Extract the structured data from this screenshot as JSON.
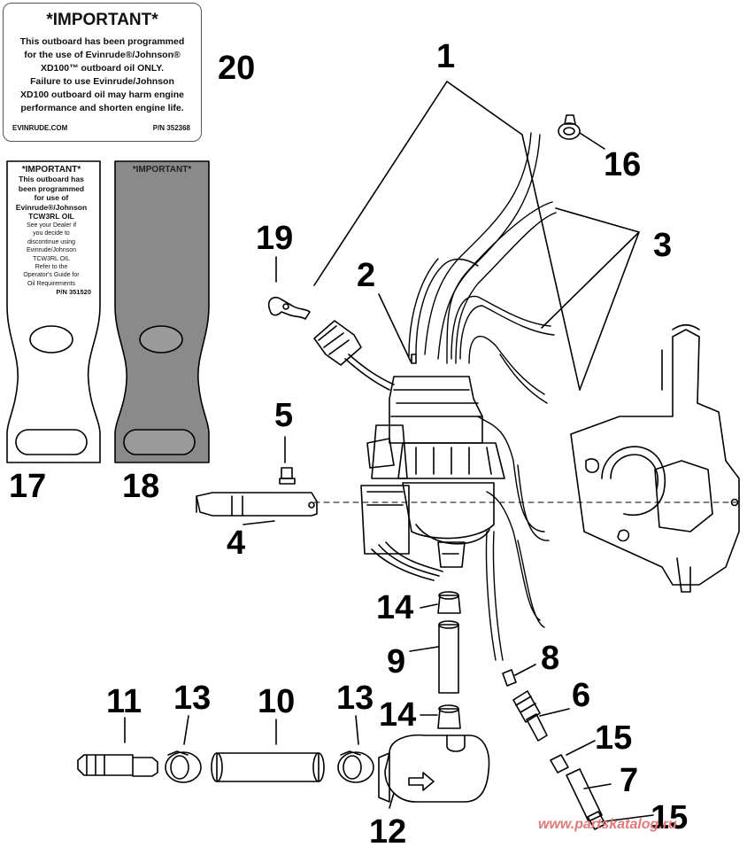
{
  "callouts": {
    "c1": "1",
    "c2": "2",
    "c3": "3",
    "c4": "4",
    "c5": "5",
    "c6": "6",
    "c7": "7",
    "c8": "8",
    "c9": "9",
    "c10": "10",
    "c11": "11",
    "c12": "12",
    "c13a": "13",
    "c13b": "13",
    "c14a": "14",
    "c14b": "14",
    "c15a": "15",
    "c15b": "15",
    "c16": "16",
    "c17": "17",
    "c18": "18",
    "c19": "19",
    "c20": "20"
  },
  "label20": {
    "title": "*IMPORTANT*",
    "line1": "This outboard has been programmed",
    "line2": "for the use of Evinrude®/Johnson®",
    "line3": "XD100™ outboard oil ONLY.",
    "line4": "Failure to use Evinrude/Johnson",
    "line5": "XD100 outboard oil may harm engine",
    "line6": "performance and shorten engine life.",
    "website": "EVINRUDE.COM",
    "part_number": "P/N 352368"
  },
  "tag17": {
    "title": "*IMPORTANT*",
    "line1": "This outboard has",
    "line2": "been programmed",
    "line3": "for use of",
    "line4": "Evinrude®/Johnson",
    "line5": "TCW3RL OIL",
    "line6": "See your Dealer if",
    "line7": "you decide to",
    "line8": "discontinue using",
    "line9": "Evinrude/Johnson",
    "line10": "TCW3RL OIL",
    "line11": "Refer to the",
    "line12": "Operator's Guide for",
    "line13": "Oil Requirements",
    "part_number": "P/N 351520"
  },
  "tag18": {
    "title": "*IMPORTANT*"
  },
  "watermark": "www.partskatalog.ru",
  "colors": {
    "line": "#000000",
    "tag18_fill": "#8a8a8a",
    "watermark": "#e07a7a"
  }
}
